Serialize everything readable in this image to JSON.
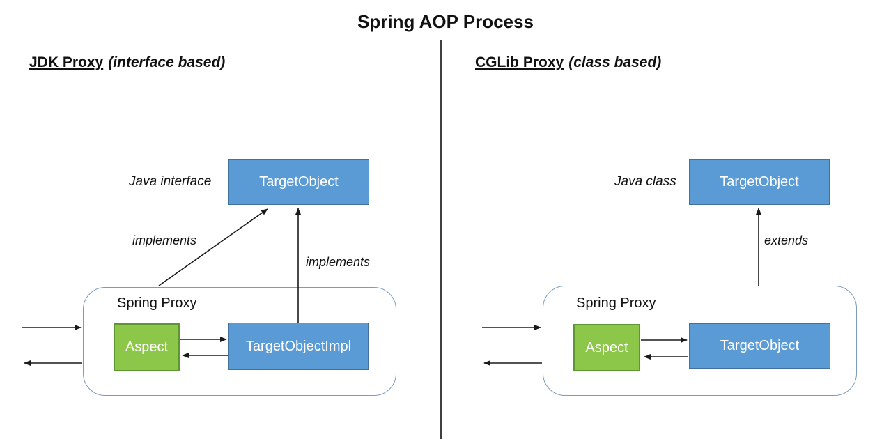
{
  "title": "Spring AOP Process",
  "colors": {
    "blueFill": "#5B9BD5",
    "blueBorder": "#41719C",
    "greenFill": "#8DC74A",
    "greenBorder": "#5E9732",
    "proxyBorder": "#7B9CBD",
    "lineColor": "#1a1a1a",
    "dividerColor": "#3f3f3f"
  },
  "left": {
    "heading": "JDK Proxy",
    "headingNote": "(interface based)",
    "typeLabel": "Java interface",
    "targetBox": "TargetObject",
    "diagonalArrowLabel": "implements",
    "verticalArrowLabel": "implements",
    "proxyLabel": "Spring Proxy",
    "aspectBox": "Aspect",
    "innerBox": "TargetObjectImpl"
  },
  "right": {
    "heading": "CGLib Proxy",
    "headingNote": "(class based)",
    "typeLabel": "Java class",
    "targetBox": "TargetObject",
    "verticalArrowLabel": "extends",
    "proxyLabel": "Spring Proxy",
    "aspectBox": "Aspect",
    "innerBox": "TargetObject"
  }
}
